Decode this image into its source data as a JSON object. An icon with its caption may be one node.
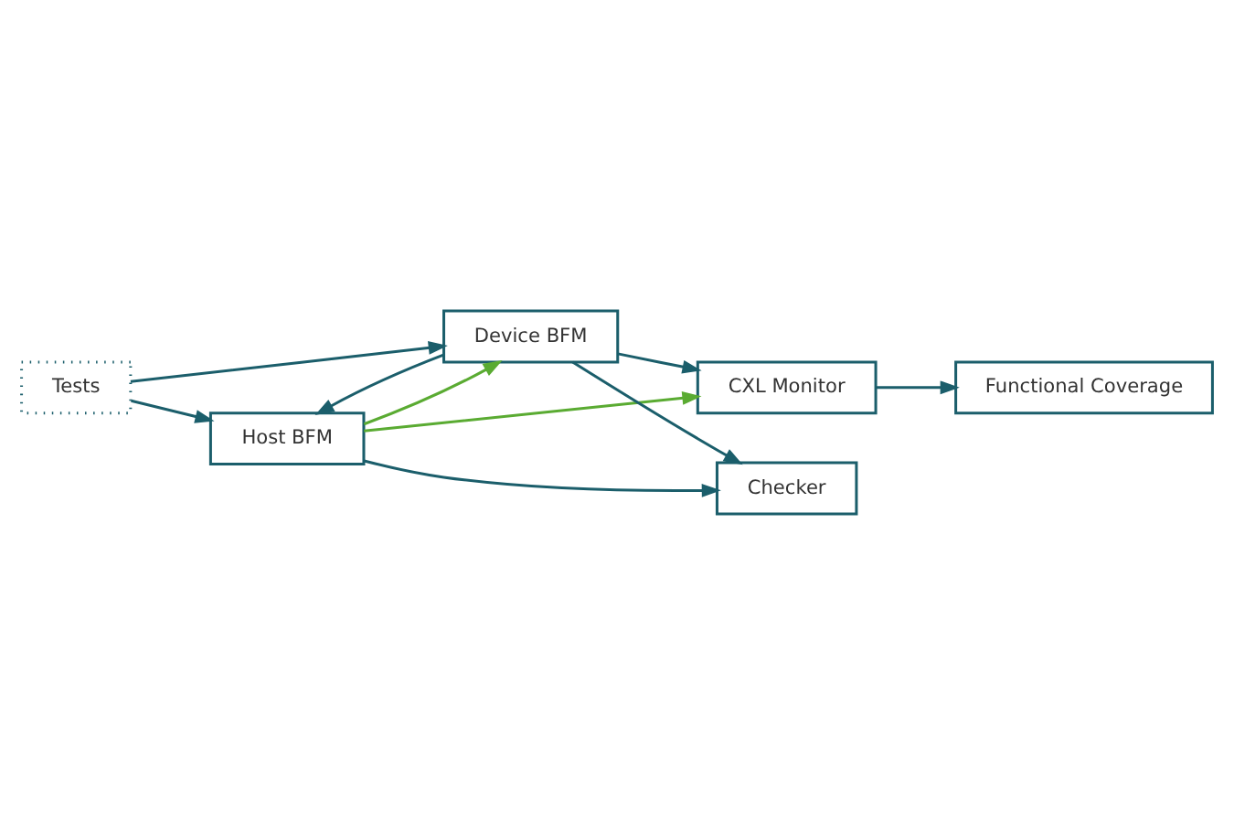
{
  "diagram": {
    "nodes": [
      {
        "text": [
          "Tests"
        ]
      },
      {
        "text": [
          "Host BFM"
        ]
      },
      {
        "text": [
          "Checker"
        ]
      },
      {
        "text": [
          "Device BFM"
        ]
      },
      {
        "text": [
          "CXL Monitor"
        ]
      },
      {
        "text": [
          "Functional Coverage"
        ]
      }
    ],
    "edges": [
      {
        "from": 0,
        "to": 1,
        "arrow": "to"
      },
      {
        "from": 1,
        "to": 2,
        "arrow": "to"
      },
      {
        "from": 3,
        "to": 2,
        "arrow": "to"
      },
      {
        "from": 3,
        "to": 1,
        "arrow": "to"
      },
      {
        "from": 1,
        "to": 3,
        "arrow": "to",
        "color": "#5aab32"
      },
      {
        "from": 3,
        "to": 4,
        "arrow": "to"
      },
      {
        "from": 1,
        "to": 4,
        "arrow": "to",
        "color": "#5aab32"
      },
      {
        "from": 4,
        "to": 5,
        "arrow": "to"
      },
      {
        "from": 0,
        "to": 3,
        "arrow": "to"
      }
    ]
  }
}
